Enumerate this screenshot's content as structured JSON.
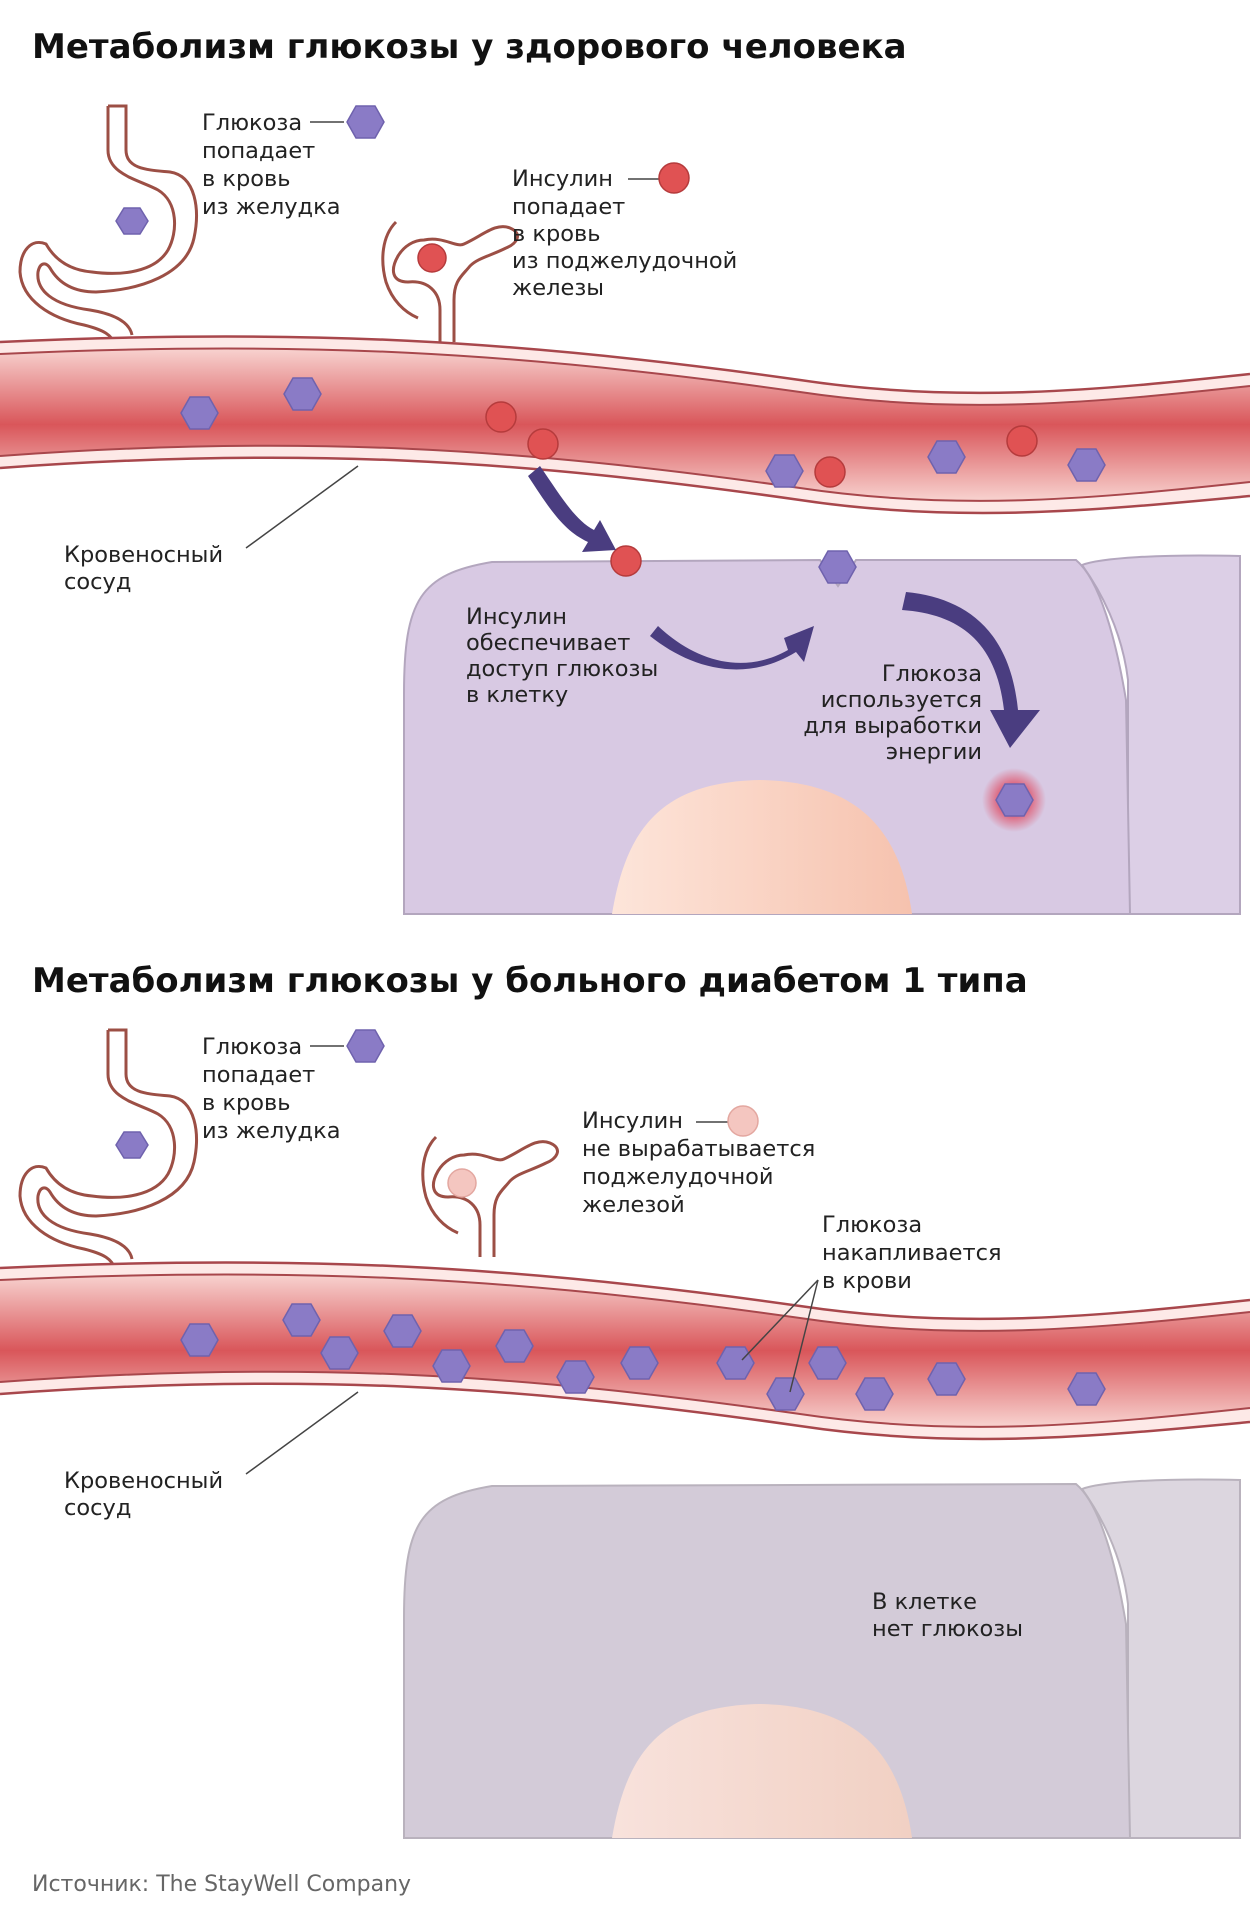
{
  "sections": [
    {
      "title": "Метаболизм глюкозы у здорового человека",
      "stomach_label": [
        "Глюкоза",
        "попадает",
        "в кровь",
        "из желудка"
      ],
      "insulin_label": [
        "Инсулин",
        "попадает",
        "в кровь",
        "из поджелудочной",
        "железы"
      ],
      "vessel_label": [
        "Кровеносный",
        "сосуд"
      ],
      "access_label": [
        "Инсулин",
        "обеспечивает",
        "доступ глюкозы",
        "в клетку"
      ],
      "energy_label": [
        "Глюкоза",
        "используется",
        "для выработки",
        "энергии"
      ]
    },
    {
      "title": "Метаболизм глюкозы у больного диабетом 1 типа",
      "stomach_label": [
        "Глюкоза",
        "попадает",
        "в кровь",
        "из желудка"
      ],
      "insulin_label": [
        "Инсулин",
        "не вырабатывается",
        "поджелудочной",
        "железой"
      ],
      "accumulate_label": [
        "Глюкоза",
        "накапливается",
        "в крови"
      ],
      "vessel_label": [
        "Кровеносный",
        "сосуд"
      ],
      "cell_label": [
        "В клетке",
        "нет глюкозы"
      ]
    }
  ],
  "source": "Источник: The StayWell Company",
  "colors": {
    "glucose": "#8a7bc6",
    "insulin": "#e05253",
    "insulin_absent": "#f4c6c0",
    "vessel": "#f0b4b4",
    "vessel_dark": "#d8575a",
    "vessel_wall": "#a8474c",
    "organ": "#9c4f45",
    "cell_healthy": "#d8c9e3",
    "cell_diabetic": "#d3cbd8",
    "nucleus": "#f7c8b4",
    "arrow": "#4a3d80"
  }
}
